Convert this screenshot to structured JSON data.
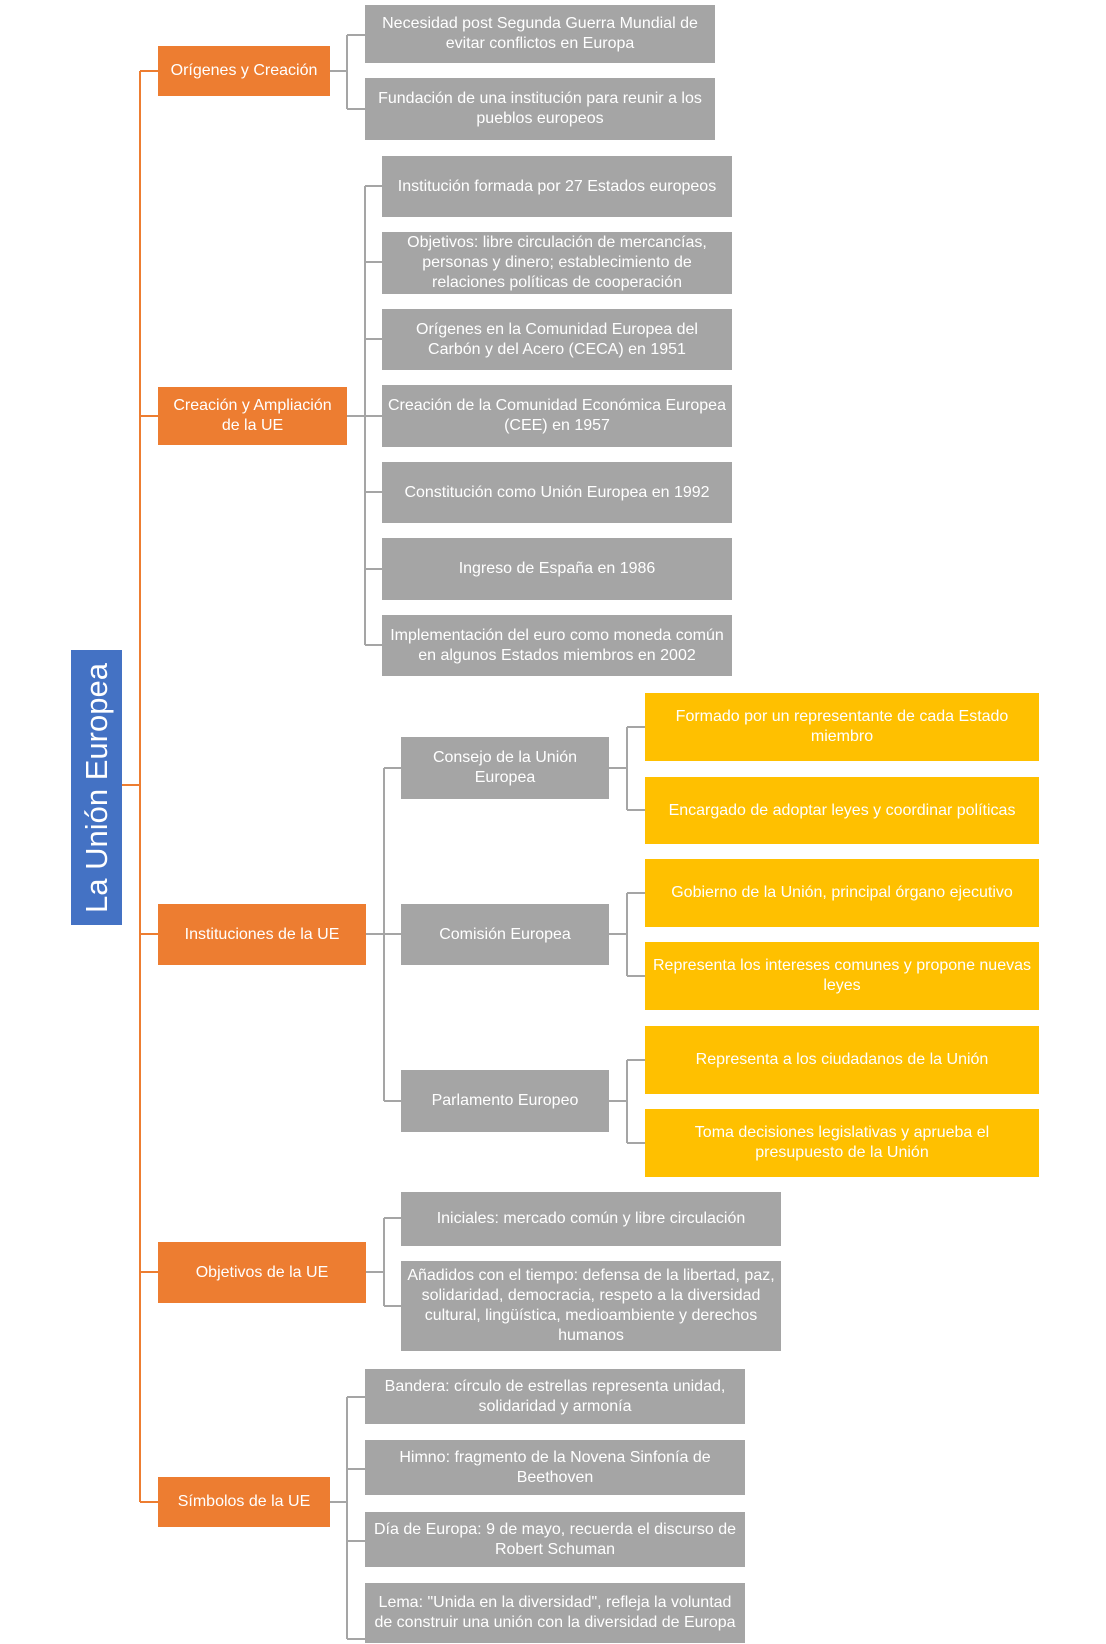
{
  "title": "La Unión Europea",
  "colors": {
    "root": "#4472c4",
    "branch": "#ed7d31",
    "leaf": "#a5a5a5",
    "institution_leaf": "#ffc000",
    "wire_root": "#ed7d31",
    "wire_leaf": "#a5a5a5"
  },
  "branches": [
    {
      "label": "Orígenes y Creación",
      "items": [
        "Necesidad post Segunda Guerra Mundial de evitar conflictos en Europa",
        "Fundación de una institución para reunir a los pueblos europeos"
      ]
    },
    {
      "label": "Creación y Ampliación de la UE",
      "items": [
        "Institución formada por 27 Estados europeos",
        "Objetivos: libre circulación de mercancías, personas y dinero; establecimiento de relaciones políticas de cooperación",
        "Orígenes en la Comunidad Europea del Carbón y del Acero (CECA) en 1951",
        "Creación de la Comunidad Económica Europea (CEE) en 1957",
        "Constitución como Unión Europea en 1992",
        "Ingreso de España en 1986",
        "Implementación del euro como moneda común en algunos Estados miembros en 2002"
      ]
    },
    {
      "label": "Instituciones de la UE",
      "institutions": [
        {
          "label": "Consejo de la Unión Europea",
          "items": [
            "Formado por un representante de cada Estado miembro",
            "Encargado de adoptar leyes y coordinar políticas"
          ]
        },
        {
          "label": "Comisión Europea",
          "items": [
            "Gobierno de la Unión, principal órgano ejecutivo",
            "Representa los intereses comunes y propone nuevas leyes"
          ]
        },
        {
          "label": "Parlamento Europeo",
          "items": [
            "Representa a los ciudadanos de la Unión",
            "Toma decisiones legislativas y aprueba el presupuesto de la Unión"
          ]
        }
      ]
    },
    {
      "label": "Objetivos de la UE",
      "items": [
        "Iniciales: mercado común y libre circulación",
        "Añadidos con el tiempo: defensa de la libertad, paz, solidaridad, democracia, respeto a la diversidad cultural, lingüística, medioambiente y derechos humanos"
      ]
    },
    {
      "label": "Símbolos de la UE",
      "items": [
        "Bandera: círculo de estrellas representa unidad, solidaridad y armonía",
        "Himno: fragmento de la Novena Sinfonía de Beethoven",
        "Día de Europa: 9 de mayo, recuerda el discurso de Robert Schuman",
        "Lema: \"Unida en la diversidad\", refleja la voluntad de construir una unión con la diversidad de Europa"
      ]
    }
  ]
}
